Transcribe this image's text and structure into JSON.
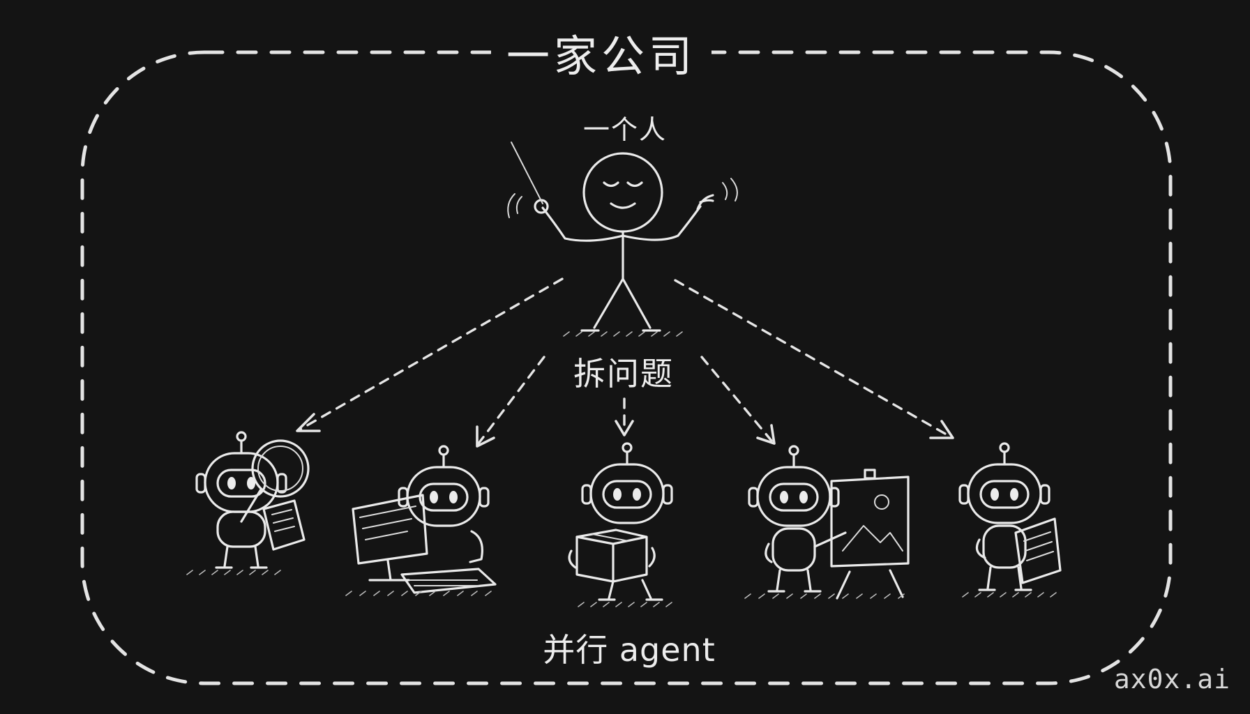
{
  "diagram": {
    "title": "一家公司",
    "person_label": "一个人",
    "split_label": "拆问题",
    "agents_label": "并行 agent",
    "brand": "ax0x.ai",
    "colors": {
      "background": "#141414",
      "chalk": "#eaeaea"
    },
    "agents": [
      {
        "tool": "magnifier-icon"
      },
      {
        "tool": "computer-icon"
      },
      {
        "tool": "box-icon"
      },
      {
        "tool": "easel-icon"
      },
      {
        "tool": "paper-icon"
      }
    ]
  }
}
